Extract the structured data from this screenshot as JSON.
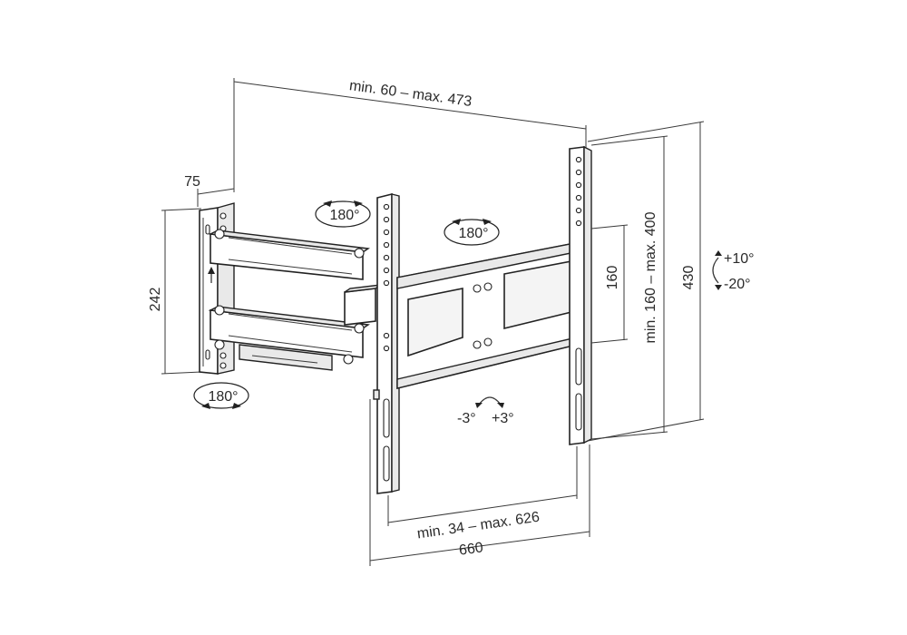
{
  "dimensions": {
    "wall_depth_range": "min. 60 – max. 473",
    "wall_plate_depth": "75",
    "wall_plate_height": "242",
    "vesa_vertical_small": "160",
    "vesa_vertical_range": "min. 160 – max. 400",
    "overall_height": "430",
    "vesa_horizontal_range": "min. 34 – max. 626",
    "overall_width": "660"
  },
  "rotations": {
    "swivel_top_left": "180°",
    "swivel_top_center": "180°",
    "swivel_bottom_left": "180°",
    "tilt_up": "+10°",
    "tilt_down": "-20°",
    "level_minus": "-3°",
    "level_plus": "+3°"
  }
}
